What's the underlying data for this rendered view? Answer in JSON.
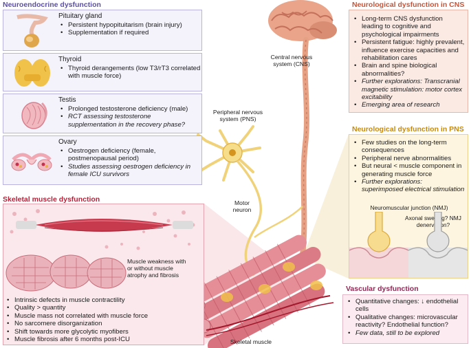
{
  "neuroendocrine": {
    "title": "Neuroendocrine dysfunction",
    "pituitary": {
      "name": "Pituitary gland",
      "bullets": [
        "Persistent hypopituitarism (brain injury)",
        "Supplementation if required"
      ]
    },
    "thyroid": {
      "name": "Thyroid",
      "bullets": [
        "Thyroid derangements (low T3/rT3 correlated with muscle force)"
      ]
    },
    "testis": {
      "name": "Testis",
      "bullets": [
        "Prolonged testosterone deficiency (male)",
        "RCT assessing testosterone supplementation in the recovery phase?"
      ]
    },
    "ovary": {
      "name": "Ovary",
      "bullets": [
        "Oestrogen deficiency (female, postmenopausal period)",
        "Studies assessing oestrogen deficiency in female ICU survivors"
      ]
    }
  },
  "cns": {
    "title": "Neurological dysfunction in CNS",
    "bullets": [
      "Long-term CNS dysfunction leading to cognitive and psychological impairments",
      "Persistent fatigue: highly prevalent, influence exercise capacities and rehabilitation cares",
      "Brain and spine biological abnormalities?",
      "Further explorations: Transcranial magnetic stimulation: motor cortex excitability",
      "Emerging area of research"
    ]
  },
  "pns": {
    "title": "Neurological dysfunction in PNS",
    "bullets": [
      "Few studies on the long-term consequences",
      "Peripheral nerve abnormalities",
      "But neural < muscle component in generating muscle force",
      "Further explorations: superimposed electrical stimulation"
    ],
    "nmj_label": "Neuromuscular junction (NMJ)",
    "nmj_question": "Axonal swelling? NMJ denervation?"
  },
  "vascular": {
    "title": "Vascular dysfunction",
    "bullets": [
      "Quantitative changes: ↓ endothelial cells",
      "Qualitative changes: microvascular reactivity? Endothelial function?",
      "Few data, still to be explored"
    ]
  },
  "skeletal": {
    "title": "Skeletal muscle dysfunction",
    "weakness_note": "Muscle weakness with or without muscle atrophy and fibrosis",
    "bullets": [
      "Intrinsic defects in muscle contractility",
      "Quality > quantity",
      "Muscle mass not correlated with muscle force",
      "No sarcomere disorganization",
      "Shift towards more glycolytic myofibers",
      "Muscle fibrosis after 6 months post-ICU"
    ]
  },
  "labels": {
    "cns": "Central nervous system (CNS)",
    "pns": "Peripheral nervous system (PNS)",
    "motor_neuron": "Motor neuron",
    "skeletal_muscle": "Skeletal muscle"
  },
  "colors": {
    "neuroendocrine": "#5b4fa8",
    "cns": "#c6553a",
    "pns": "#c58a12",
    "vascular": "#8e2a54",
    "skeletal": "#b0243a"
  }
}
